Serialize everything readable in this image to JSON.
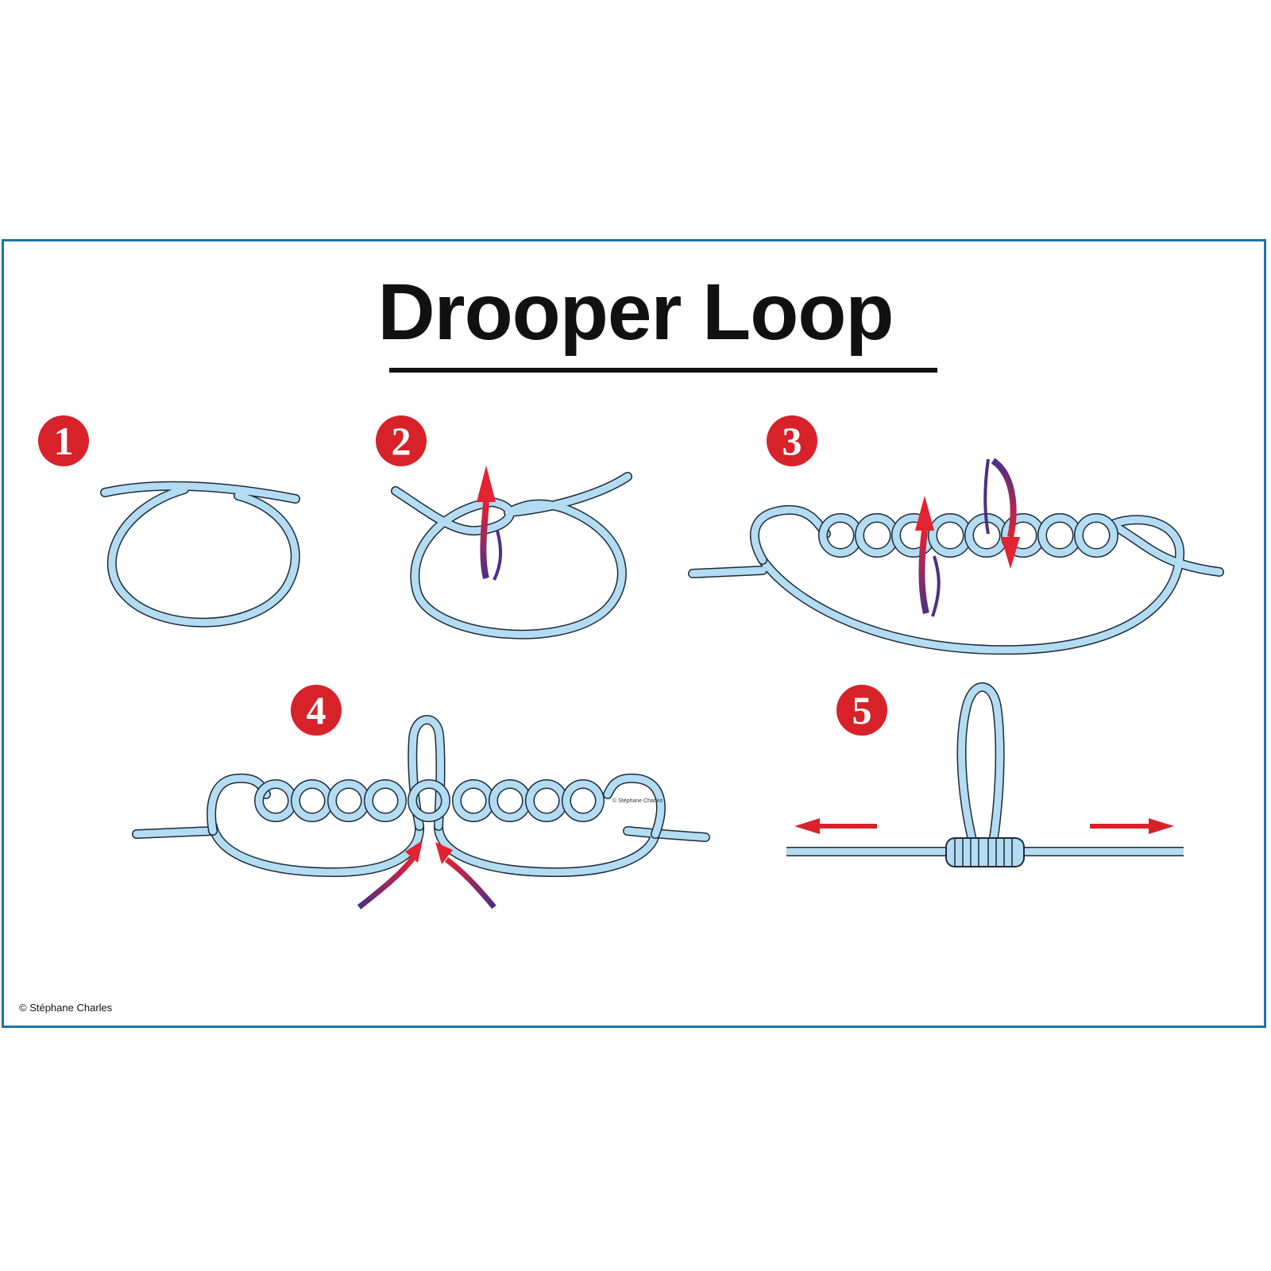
{
  "title": "Drooper Loop",
  "steps": [
    {
      "number": "1"
    },
    {
      "number": "2"
    },
    {
      "number": "3"
    },
    {
      "number": "4"
    },
    {
      "number": "5"
    }
  ],
  "credits": {
    "main": "© Stéphane Charles",
    "inset": "© Stéphane Charles"
  },
  "colors": {
    "line_fill": "#b3dcf2",
    "line_outline": "#1b2a3a",
    "badge": "#d7222a",
    "arrow_red": "#e32232",
    "arrow_purple": "#4b2f86",
    "frame": "#1f72a8"
  }
}
